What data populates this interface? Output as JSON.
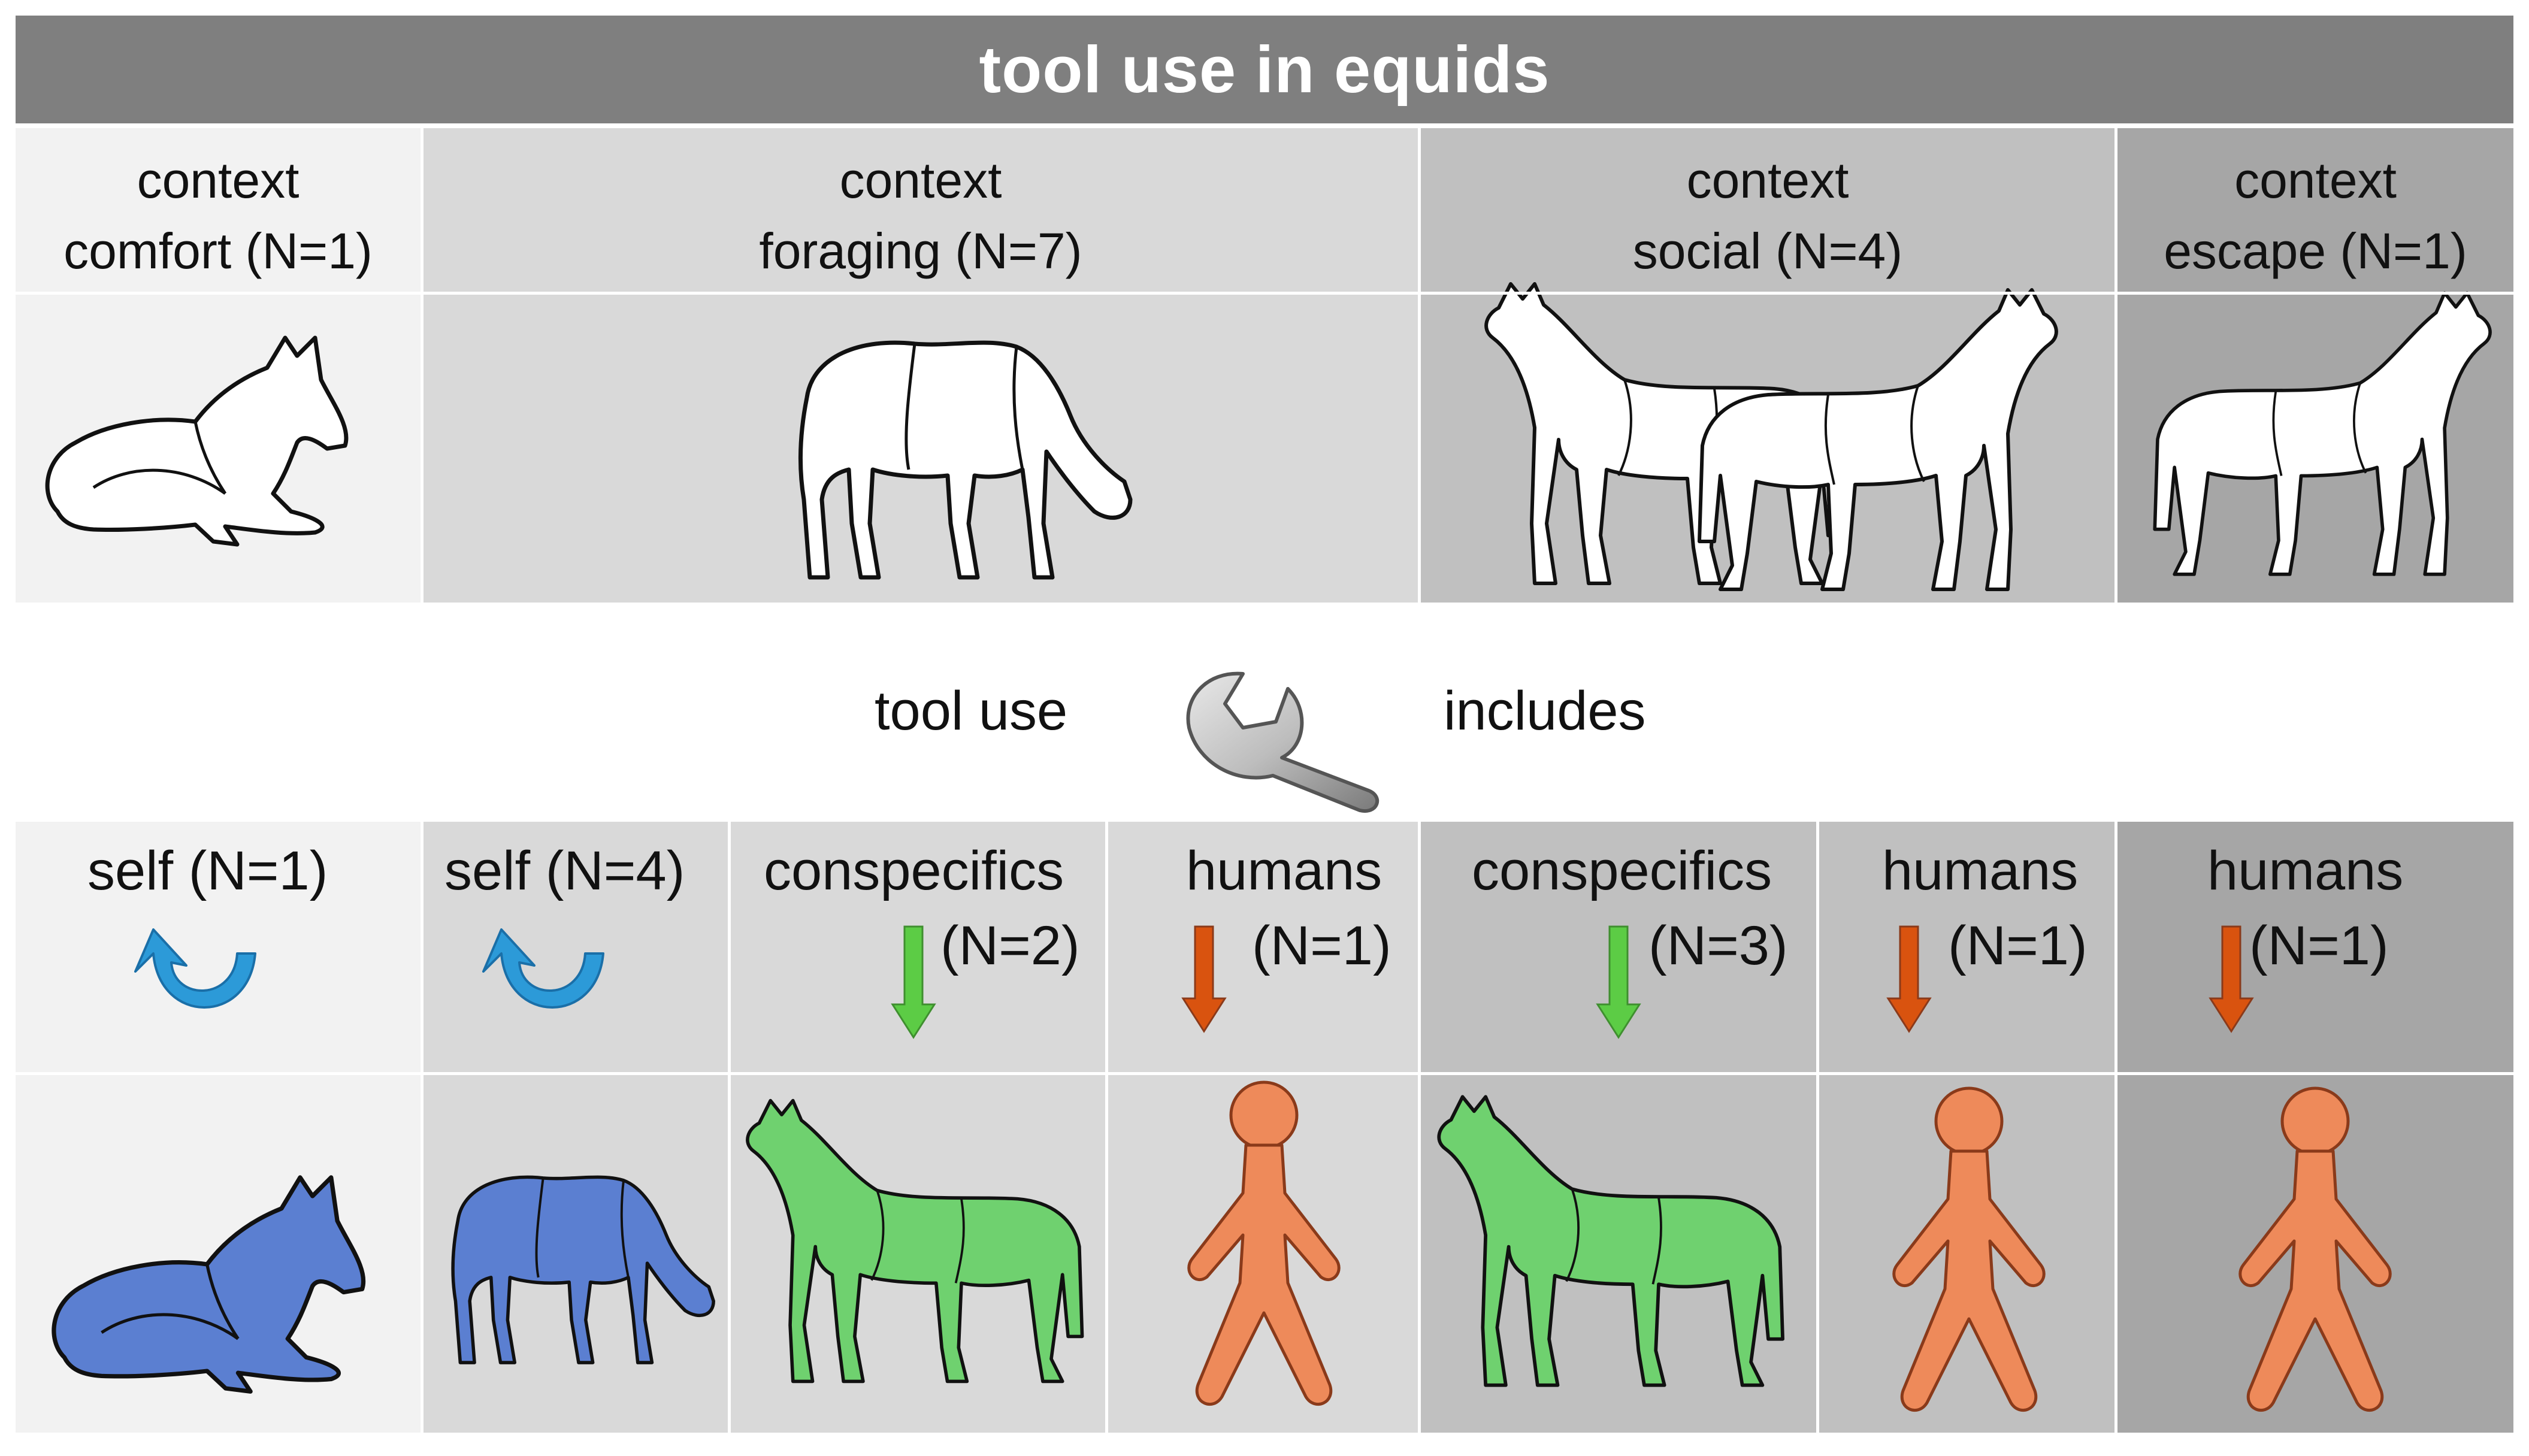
{
  "title": "tool use in equids",
  "contexts": [
    {
      "line1": "context",
      "line2": "comfort (N=1)"
    },
    {
      "line1": "context",
      "line2": "foraging (N=7)"
    },
    {
      "line1": "context",
      "line2": "social (N=4)"
    },
    {
      "line1": "context",
      "line2": "escape (N=1)"
    }
  ],
  "middle": {
    "left": "tool use",
    "right": "includes",
    "icon": "wrench-icon"
  },
  "targets": [
    {
      "label": "self (N=1)",
      "icon": "curved-arrow-icon",
      "figure": "lying-horse"
    },
    {
      "label": "self (N=4)",
      "icon": "curved-arrow-icon",
      "figure": "grazing-horse"
    },
    {
      "label": "conspecifics",
      "count": "(N=2)",
      "icon": "green-down-arrow-icon",
      "figure": "standing-horse"
    },
    {
      "label": "humans",
      "count": "(N=1)",
      "icon": "orange-down-arrow-icon",
      "figure": "human-figure"
    },
    {
      "label": "conspecifics",
      "count": "(N=3)",
      "icon": "green-down-arrow-icon",
      "figure": "standing-horse"
    },
    {
      "label": "humans",
      "count": "(N=1)",
      "icon": "orange-down-arrow-icon",
      "figure": "human-figure"
    },
    {
      "label": "humans",
      "count": "(N=1)",
      "icon": "orange-down-arrow-icon",
      "figure": "human-figure"
    }
  ],
  "colors": {
    "title_bar": "#7f7f7f",
    "comfort": "#f2f2f2",
    "foraging": "#d9d9d9",
    "social": "#c0c0c0",
    "escape": "#a6a6a6",
    "self_blue": "#5b7fd1",
    "arrow_blue": "#2c9ad8",
    "conspecific_green": "#6fd16f",
    "arrow_green": "#5ccc45",
    "human_orange": "#ee8a5a",
    "arrow_orange": "#d9530f"
  }
}
